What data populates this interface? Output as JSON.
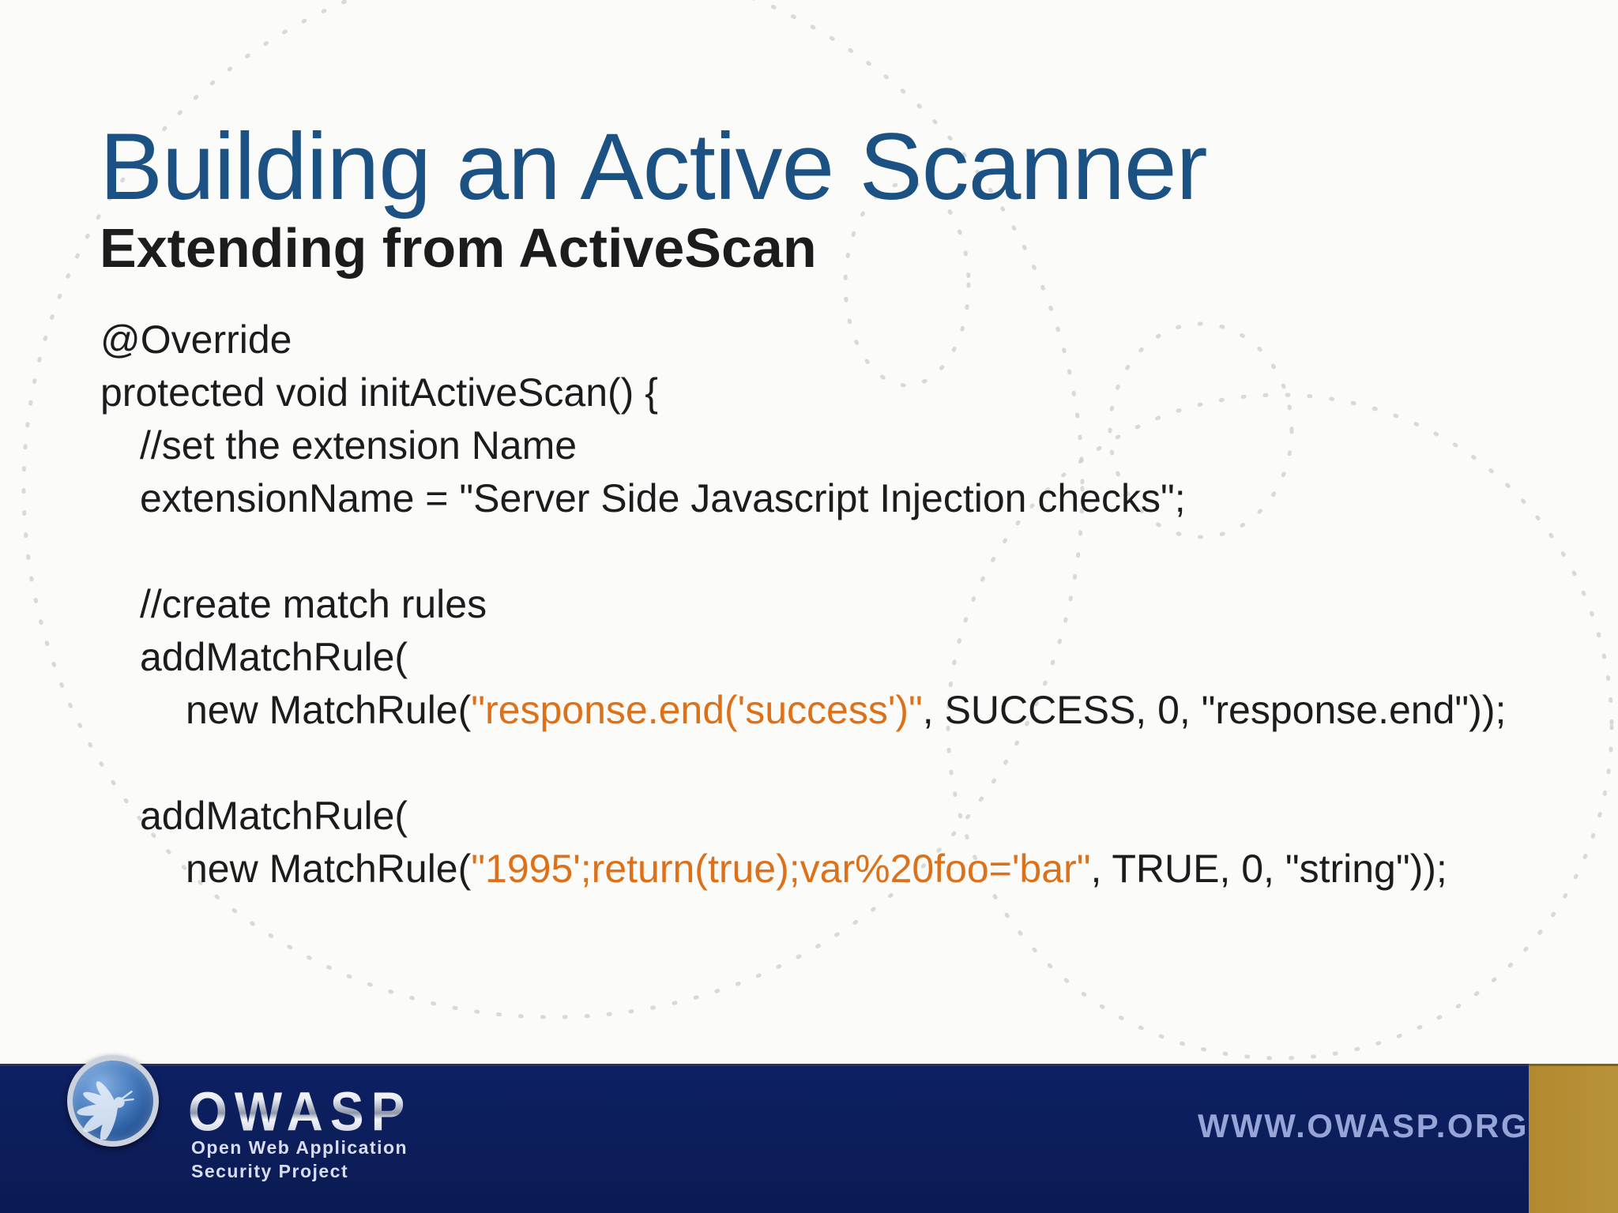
{
  "slide": {
    "title": "Building an Active Scanner",
    "subtitle": "Extending from ActiveScan",
    "code": {
      "lines": [
        {
          "indent": 0,
          "parts": [
            {
              "style": "plain",
              "text": "@Override"
            }
          ]
        },
        {
          "indent": 0,
          "parts": [
            {
              "style": "plain",
              "text": "protected void initActiveScan() {"
            }
          ]
        },
        {
          "indent": 1,
          "parts": [
            {
              "style": "plain",
              "text": "//set the extension Name"
            }
          ]
        },
        {
          "indent": 1,
          "parts": [
            {
              "style": "plain",
              "text": "extensionName = \"Server Side Javascript Injection checks\";"
            }
          ]
        },
        {
          "indent": 0,
          "parts": []
        },
        {
          "indent": 1,
          "parts": [
            {
              "style": "plain",
              "text": "//create match rules"
            }
          ]
        },
        {
          "indent": 1,
          "parts": [
            {
              "style": "plain",
              "text": "addMatchRule("
            }
          ]
        },
        {
          "indent": 2,
          "parts": [
            {
              "style": "plain",
              "text": "new MatchRule("
            },
            {
              "style": "string",
              "text": "\"response.end('success')\""
            },
            {
              "style": "plain",
              "text": ", SUCCESS, 0, \"response.end\"));"
            }
          ]
        },
        {
          "indent": 0,
          "parts": []
        },
        {
          "indent": 1,
          "parts": [
            {
              "style": "plain",
              "text": "addMatchRule("
            }
          ]
        },
        {
          "indent": 2,
          "parts": [
            {
              "style": "plain",
              "text": "new MatchRule("
            },
            {
              "style": "string",
              "text": "\"1995';return(true);var%20foo='bar\""
            },
            {
              "style": "plain",
              "text": ", TRUE, 0, \"string\"));"
            }
          ]
        }
      ]
    }
  },
  "footer": {
    "brand": "OWASP",
    "org_line1": "Open Web Application",
    "org_line2": "Security Project",
    "website": "WWW.OWASP.ORG"
  },
  "colors": {
    "title_blue": "#1b5183",
    "body_text": "#1c1c1c",
    "string_orange": "#dd7119",
    "footer_navy": "#0d2063",
    "accent_gold": "#b1892e",
    "website_text": "#96a4d8",
    "dots_gray": "#cdcdcd"
  }
}
